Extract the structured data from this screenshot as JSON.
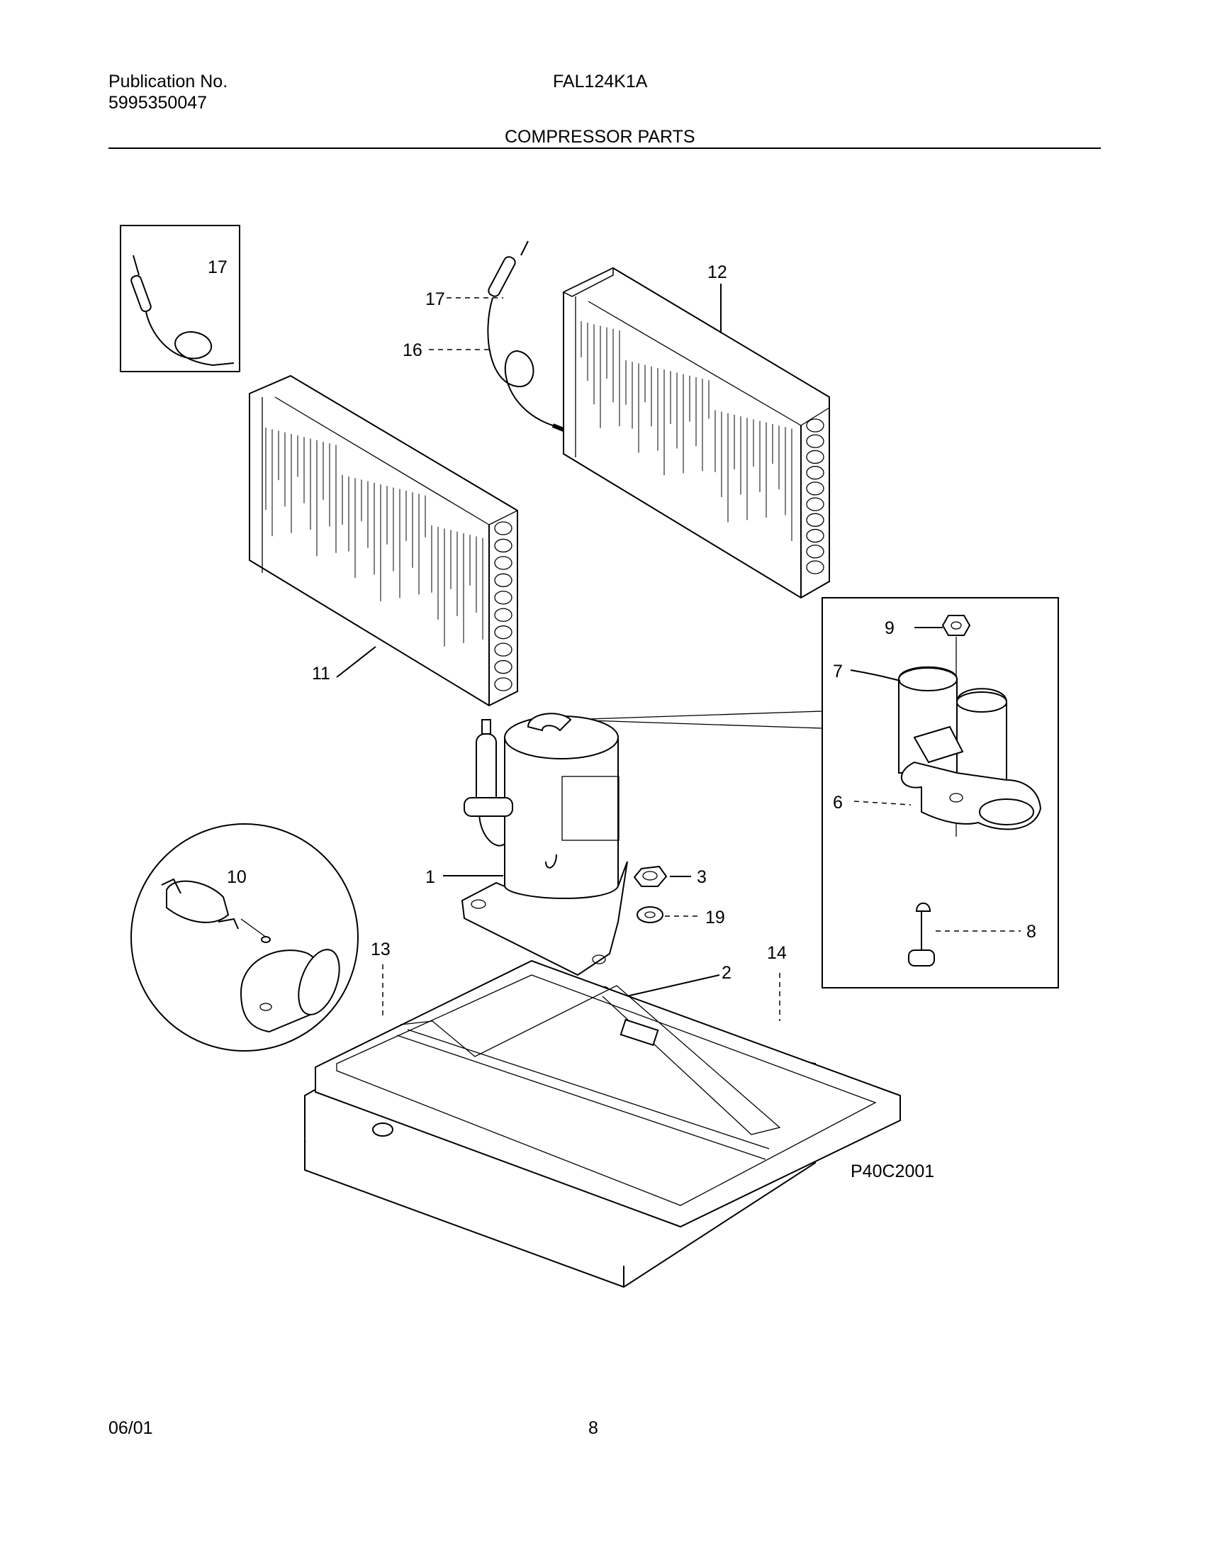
{
  "header": {
    "publication_label": "Publication No.",
    "publication_number": "5995350047",
    "model": "FAL124K1A",
    "section_title": "COMPRESSOR PARTS"
  },
  "diagram": {
    "code": "P40C2001",
    "callouts": {
      "c1": "1",
      "c2": "2",
      "c3": "3",
      "c6": "6",
      "c7": "7",
      "c8": "8",
      "c9": "9",
      "c10": "10",
      "c11": "11",
      "c12": "12",
      "c13": "13",
      "c14": "14",
      "c16": "16",
      "c17_inset": "17",
      "c17": "17",
      "c19": "19"
    }
  },
  "footer": {
    "date": "06/01",
    "page": "8"
  }
}
